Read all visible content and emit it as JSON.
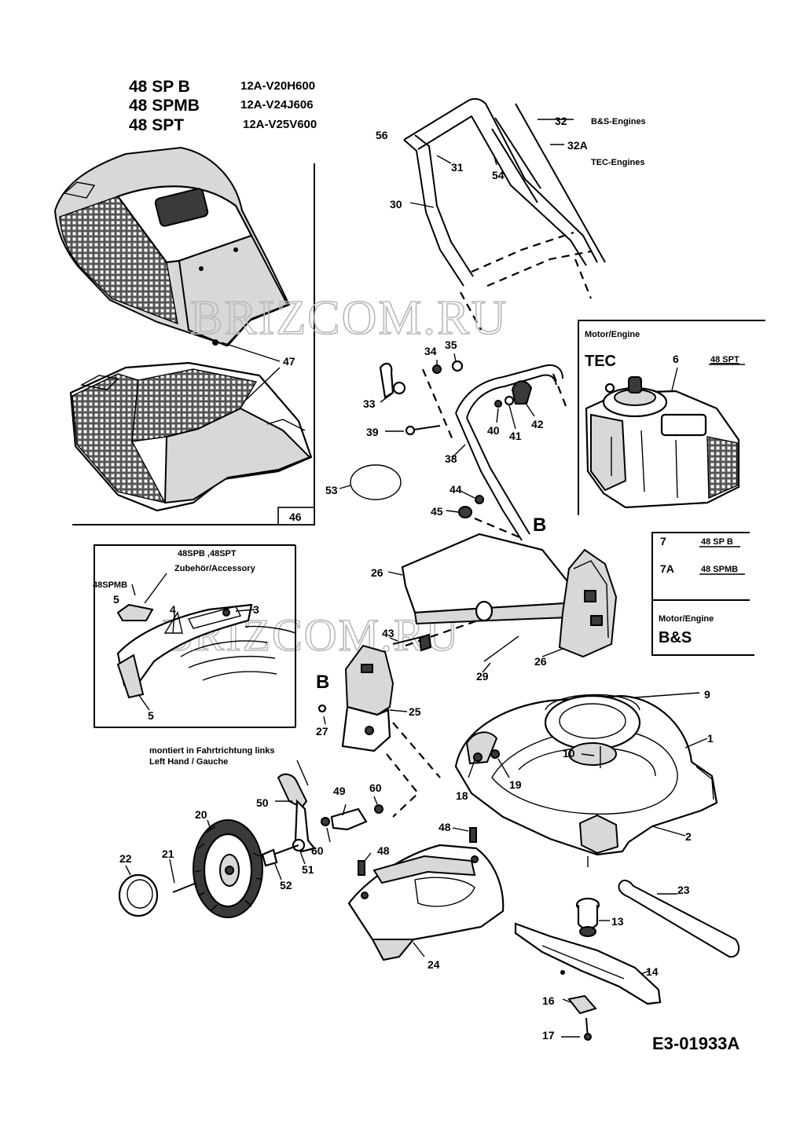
{
  "models": [
    {
      "name": "48 SP B",
      "code": "12A-V20H600"
    },
    {
      "name": "48 SPMB",
      "code": "12A-V24J606"
    },
    {
      "name": "48 SPT",
      "code": "12A-V25V600"
    }
  ],
  "watermark": "BRIZCOM.RU",
  "drawing_number": "E3-01933A",
  "engine_tec_box": {
    "heading": "Motor/Engine",
    "brand": "TEC",
    "part": "6",
    "model": "48 SPT"
  },
  "engine_bs_box": {
    "rows": [
      {
        "part": "7",
        "model": "48 SP B"
      },
      {
        "part": "7A",
        "model": "48 SPMB"
      }
    ],
    "heading": "Motor/Engine",
    "brand": "B&S"
  },
  "handle_notes": {
    "bs": "B&S-Engines",
    "tec": "TEC-Engines"
  },
  "accessory_box": {
    "models_line": "48SPB ,48SPT",
    "accessory_label": "Zubehör/Accessory",
    "spmb_label": "48SPMB"
  },
  "mount_note": {
    "line1": "montiert in Fahrtrichtung links",
    "line2": "Left Hand / Gauche"
  },
  "grass_bag_box_number": "46",
  "callouts": {
    "c32": "32",
    "c32a": "32A",
    "c56": "56",
    "c31": "31",
    "c54": "54",
    "c30": "30",
    "c47": "47",
    "c34": "34",
    "c35": "35",
    "c33": "33",
    "c39": "39",
    "c40": "40",
    "c41": "41",
    "c42": "42",
    "c38": "38",
    "c53": "53",
    "c44": "44",
    "c45": "45",
    "cB1": "B",
    "cB2": "B",
    "c26a": "26",
    "c26b": "26",
    "c43": "43",
    "c29": "29",
    "c27": "27",
    "c25": "25",
    "c3": "3",
    "c4": "4",
    "c5a": "5",
    "c5b": "5",
    "c9": "9",
    "c1": "1",
    "c10": "10",
    "c18": "18",
    "c19": "19",
    "c2": "2",
    "c50": "50",
    "c49": "49",
    "c60a": "60",
    "c60b": "60",
    "c20": "20",
    "c22": "22",
    "c21": "21",
    "c51": "51",
    "c52": "52",
    "c48a": "48",
    "c48b": "48",
    "c24": "24",
    "c23": "23",
    "c13": "13",
    "c14": "14",
    "c16": "16",
    "c17": "17"
  }
}
